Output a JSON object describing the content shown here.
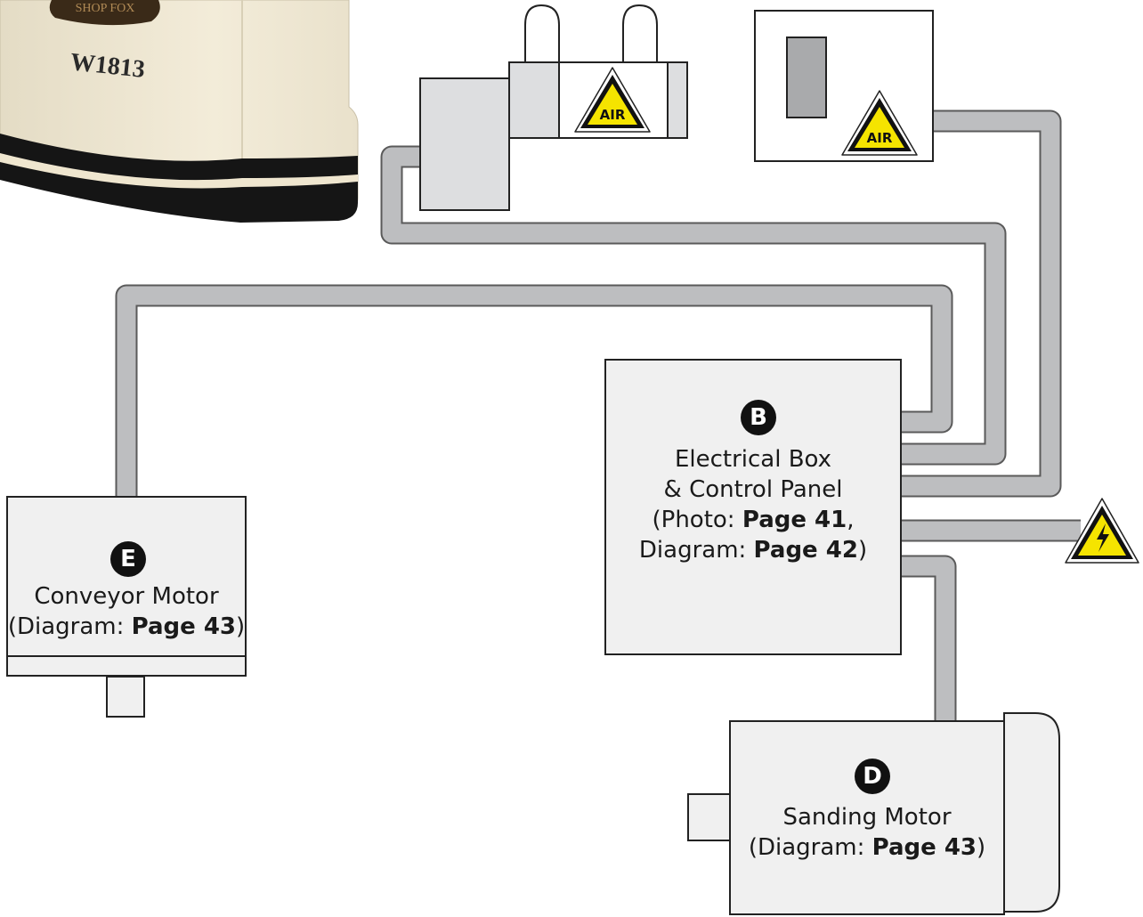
{
  "machine": {
    "brand": "SHOP FOX",
    "model": "W1813"
  },
  "warnings": {
    "air_label": "AIR"
  },
  "electrical_box": {
    "badge": "B",
    "line1": "Electrical Box",
    "line2": "& Control Panel",
    "photo_prefix": "(Photo: ",
    "photo_page": "Page 41",
    "photo_suffix": ",",
    "diagram_prefix": "Diagram: ",
    "diagram_page": "Page 42",
    "diagram_suffix": ")"
  },
  "conveyor_motor": {
    "badge": "E",
    "line1": "Conveyor Motor",
    "diagram_prefix": "(Diagram: ",
    "diagram_page": "Page 43",
    "diagram_suffix": ")"
  },
  "sanding_motor": {
    "badge": "D",
    "line1": "Sanding Motor",
    "diagram_prefix": "(Diagram: ",
    "diagram_page": "Page 43",
    "diagram_suffix": ")"
  },
  "colors": {
    "cable_fill": "#bdbec0",
    "cable_edge": "#5a5a5a",
    "box_fill": "#f0f0f0",
    "warning_yellow": "#f5e400",
    "machine_cream": "#f1ead6"
  }
}
